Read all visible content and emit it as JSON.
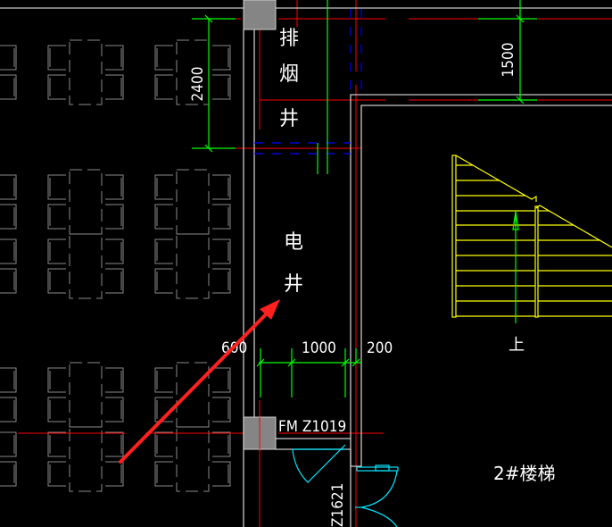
{
  "drawing": {
    "labels": {
      "smoke_shaft": [
        "排",
        "烟",
        "井"
      ],
      "electrical_shaft": [
        "电",
        "井"
      ],
      "door_fm": "FM Z1019",
      "door_z": "Z1621",
      "stair_up": "上",
      "stair_name": "2#楼梯"
    },
    "dimensions": {
      "vertical_left": "2400",
      "vertical_right": "1500",
      "dim_600": "600",
      "dim_1000": "1000",
      "dim_200": "200"
    },
    "colors": {
      "background": "#000000",
      "wall": "#c0c0c0",
      "axis": "#ff0000",
      "dimension": "#00ff00",
      "door": "#00ffff",
      "stair": "#ffff00",
      "pipe": "#0000ff",
      "furniture": "#808080",
      "column": "#808080"
    },
    "annotation": {
      "type": "arrow",
      "color": "#ff2020"
    }
  }
}
